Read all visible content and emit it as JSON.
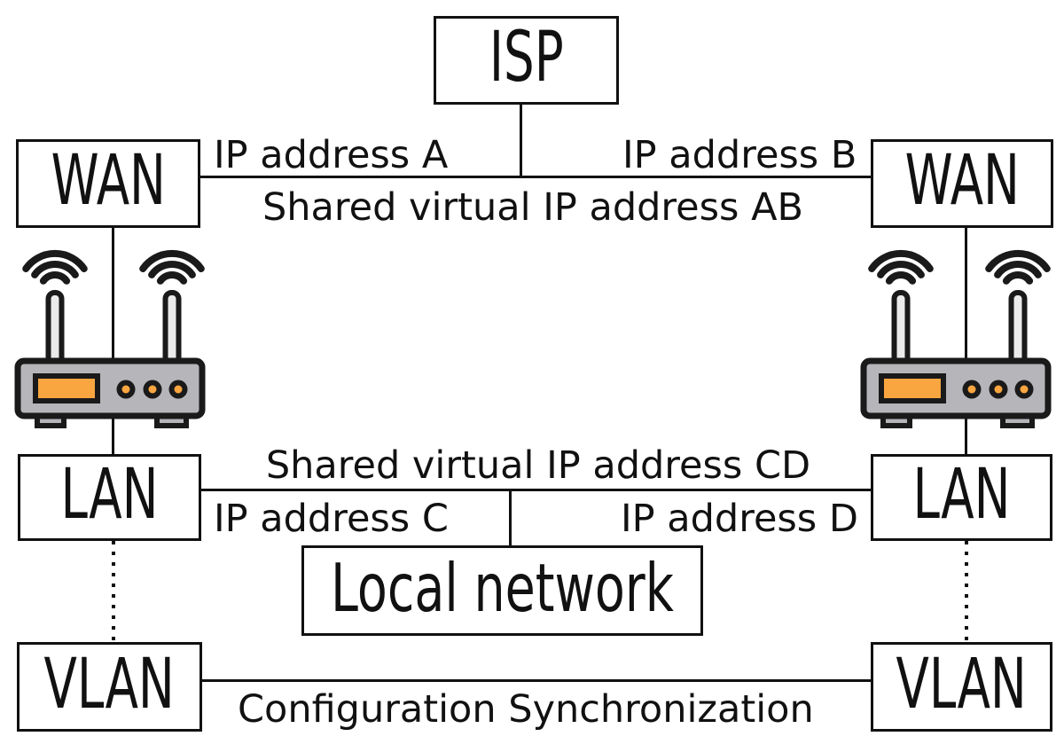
{
  "nodes": {
    "isp": {
      "label": "ISP"
    },
    "wan_left": {
      "label": "WAN"
    },
    "wan_right": {
      "label": "WAN"
    },
    "lan_left": {
      "label": "LAN"
    },
    "lan_right": {
      "label": "LAN"
    },
    "local_network": {
      "label": "Local network"
    },
    "vlan_left": {
      "label": "VLAN"
    },
    "vlan_right": {
      "label": "VLAN"
    }
  },
  "labels": {
    "ip_a": "IP address A",
    "ip_b": "IP address B",
    "shared_ab": "Shared virtual IP address AB",
    "shared_cd": "Shared virtual IP address CD",
    "ip_c": "IP address C",
    "ip_d": "IP address D",
    "config_sync": "Configuration Synchronization"
  },
  "icons": {
    "router_left": "wifi-router-icon",
    "router_right": "wifi-router-icon"
  },
  "colors": {
    "background": "#ffffff",
    "line": "#111111",
    "router_body": "#b5b5ba",
    "router_antenna": "#ebebeb",
    "router_accent": "#f9a640"
  }
}
